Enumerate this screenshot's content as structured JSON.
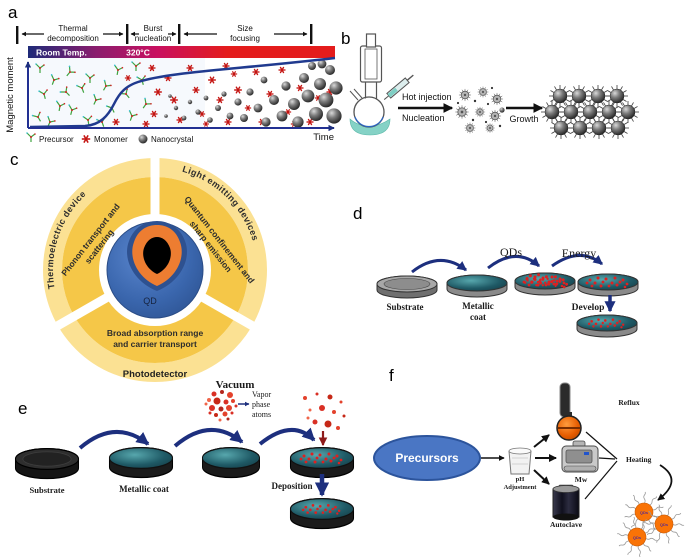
{
  "panel_a": {
    "label": "a",
    "phases": [
      {
        "line1": "Thermal",
        "line2": "decomposition"
      },
      {
        "line1": "Burst",
        "line2": "nucleation"
      },
      {
        "line1": "Size",
        "line2": "focusing"
      }
    ],
    "temp_left": "Room Temp.",
    "temp_right": "320°C",
    "y_axis": "Magnetic moment",
    "x_axis": "Time",
    "legend": {
      "precursor": "Precursor",
      "monomer": "Monomer",
      "nanocrystal": "Nanocrystal"
    }
  },
  "panel_b": {
    "label": "b",
    "step1_top": "Hot injection",
    "step1_bottom": "Nucleation",
    "step2": "Growth"
  },
  "panel_c": {
    "label": "c",
    "outer": {
      "left": "Thermoelectric device",
      "right": "Light emitting devices",
      "bottom": "Photodetector"
    },
    "inner": {
      "left": {
        "line1": "Phonon transport and",
        "line2": "scattering"
      },
      "right": {
        "line1": "Quantum confinement and",
        "line2": "sharp emission"
      },
      "bottom": {
        "line1": "Broad absorption range",
        "line2": "and carrier transport"
      }
    },
    "center": "QD"
  },
  "panel_d": {
    "label": "d",
    "substrate": "Substrate",
    "metallic_line1": "Metallic",
    "metallic_line2": "coat",
    "qds": "QDs",
    "energy": "Energy",
    "develop": "Develop"
  },
  "panel_e": {
    "label": "e",
    "vacuum": "Vacuum",
    "vapor_line1": "Vapor",
    "vapor_line2": "phase",
    "vapor_line3": "atoms",
    "substrate": "Substrate",
    "metallic_coat": "Metallic coat",
    "deposition": "Deposition"
  },
  "panel_f": {
    "label": "f",
    "precursors": "Precursors",
    "ph_line1": "pH",
    "ph_line2": "Adjustment",
    "reflux": "Reflux",
    "mw": "Mw",
    "autoclave": "Autoclave",
    "heating": "Heating",
    "qd_sphere": "QDs"
  },
  "colors": {
    "navy_arrow": "#1d2f7e",
    "temp_start": "#1e2a78",
    "temp_mid": "#c81060",
    "temp_end": "#e41c1c",
    "ring_outer": "#FBE193",
    "ring_inner": "#F5C748",
    "qd_core_blue": "#3a66ad",
    "qd_shell_orange": "#ED7D31",
    "precursor_green": "#3fa33f",
    "monomer_red": "#c41411",
    "qdot_red": "#e02020",
    "metallic_teal": "#1f5a66",
    "precursor_ellipse_blue": "#4a76c4",
    "qds_orange": "#f97306"
  }
}
